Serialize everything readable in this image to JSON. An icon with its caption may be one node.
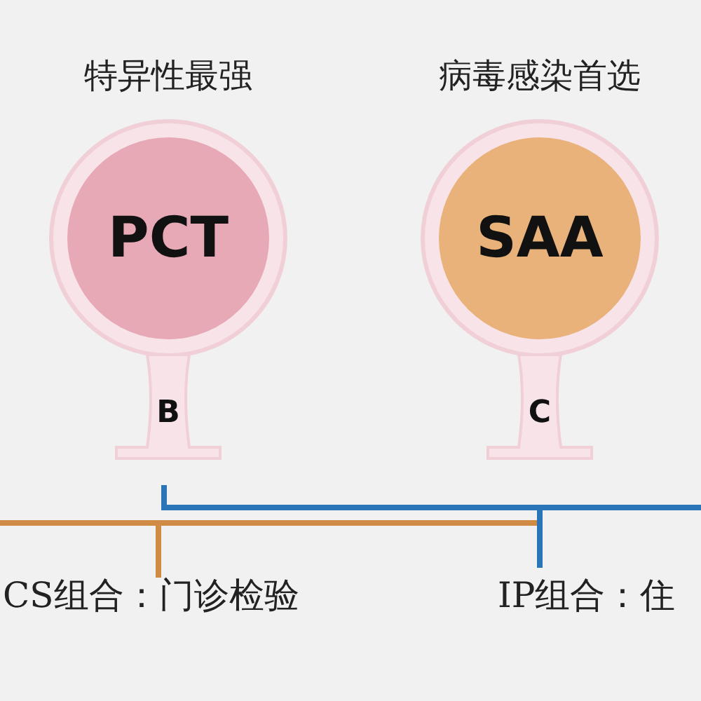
{
  "diagram": {
    "nodes": [
      {
        "text": [
          "特异性最强",
          "PCT"
        ],
        "beside": [
          "B"
        ]
      },
      {
        "text": [
          "病毒感染首选",
          "SAA"
        ],
        "beside": [
          "C"
        ]
      }
    ],
    "labels": [
      "CS组合：门诊检验",
      "IP组合：住"
    ]
  }
}
